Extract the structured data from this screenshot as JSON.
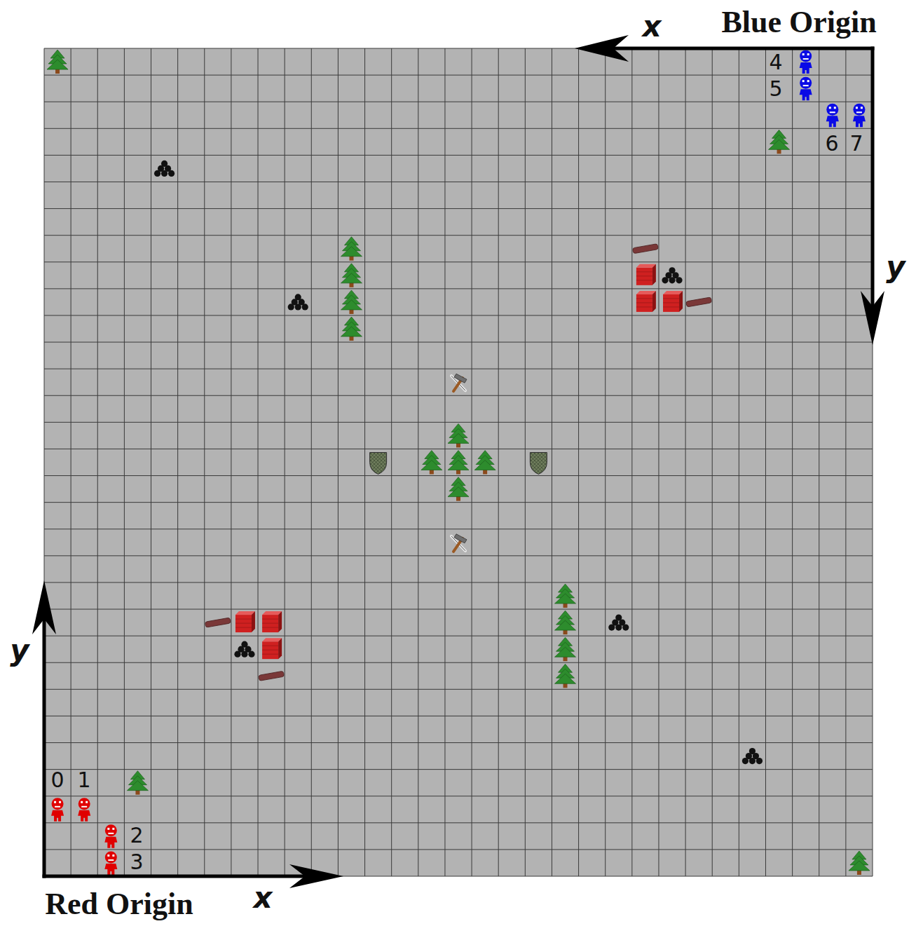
{
  "diagram": {
    "labels": [
      "Blue Origin",
      "x",
      "y",
      "4",
      "5",
      "6",
      "7",
      "0",
      "1",
      "2",
      "3",
      "y",
      "x",
      "Red Origin"
    ]
  }
}
